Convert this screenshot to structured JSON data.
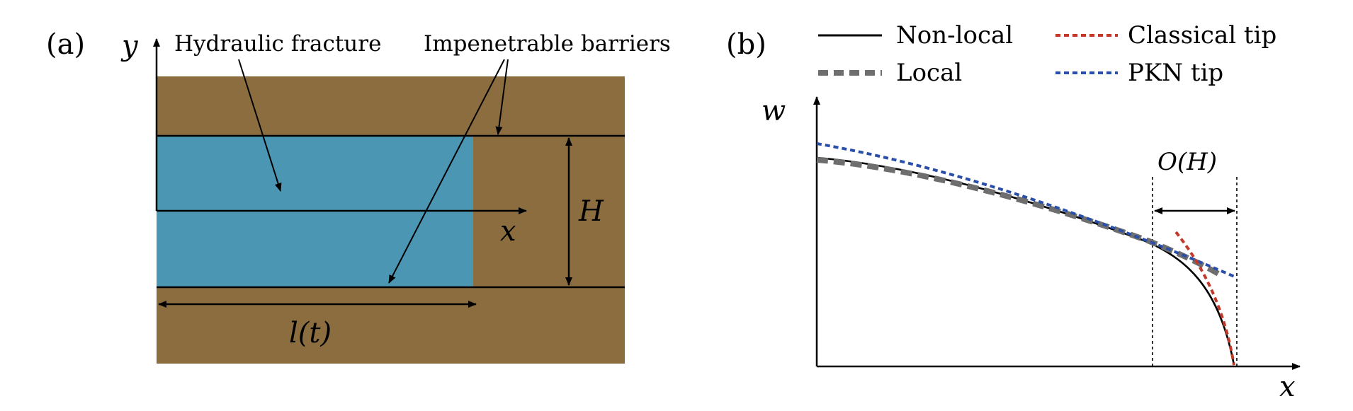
{
  "panel_a": {
    "label": "(a)",
    "y_axis_label": "y",
    "x_axis_label": "x",
    "annotation_hydraulic_fracture": "Hydraulic fracture",
    "annotation_barriers": "Impenetrable barriers",
    "height_label": "H",
    "length_label": "l(t)",
    "colors": {
      "rock": "#8B6D3F",
      "fracture": "#4A96B3"
    }
  },
  "panel_b": {
    "label": "(b)",
    "y_axis_label": "w",
    "x_axis_label": "x",
    "tip_region_label": "O(H)",
    "legend": [
      {
        "label": "Non-local",
        "style": "solid",
        "color": "#000000"
      },
      {
        "label": "Classical tip",
        "style": "dotted",
        "color": "#C0392B"
      },
      {
        "label": "Local",
        "style": "thick-dashed",
        "color": "#6E6E6E"
      },
      {
        "label": "PKN tip",
        "style": "dotted",
        "color": "#2A4FA8"
      }
    ]
  }
}
